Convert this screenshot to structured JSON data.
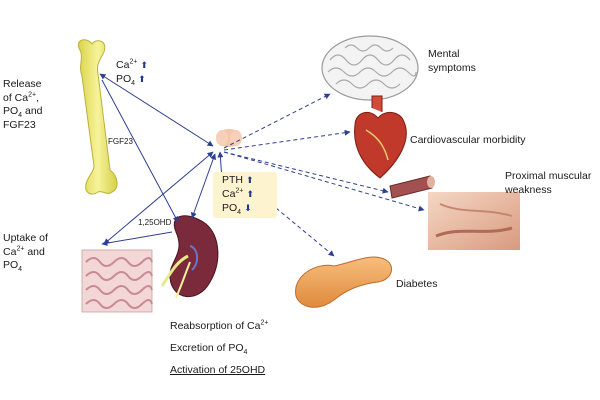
{
  "labels": {
    "release": [
      "Release",
      "of Ca",
      "2+",
      ",",
      "PO",
      "4",
      " and",
      "FGF23"
    ],
    "uptake": [
      "Uptake of",
      "Ca",
      "2+",
      " and",
      "PO",
      "4"
    ],
    "fgf23": "FGF23",
    "calcitriol": "1,25OHD",
    "mental": [
      "Mental",
      "symptoms"
    ],
    "cardio": "Cardiovascular  morbidity",
    "muscle": [
      "Proximal muscular",
      "weakness"
    ],
    "diabetes": "Diabetes",
    "bone_ca": [
      "Ca",
      "2+"
    ],
    "bone_po": [
      "PO",
      "4"
    ],
    "pth": "PTH",
    "pth_ca": [
      "Ca",
      "2+"
    ],
    "pth_po": [
      "PO",
      "4"
    ],
    "kidney_1": [
      "Reabsorption  of Ca",
      "2+"
    ],
    "kidney_2": [
      "Excretion of PO",
      "4"
    ],
    "kidney_3": "Activation of 25OHD"
  },
  "colors": {
    "arrow": "#2f3f8f",
    "bone": "#f0ec7a",
    "brain": "#e8e8e8",
    "heart": "#c0392b",
    "pancreas": "#f2a860",
    "skin": "#f0c8b0",
    "intestine": "#e8b4b8",
    "kidney": "#7a2a3a",
    "parathyroid": "#f4c5a8"
  }
}
